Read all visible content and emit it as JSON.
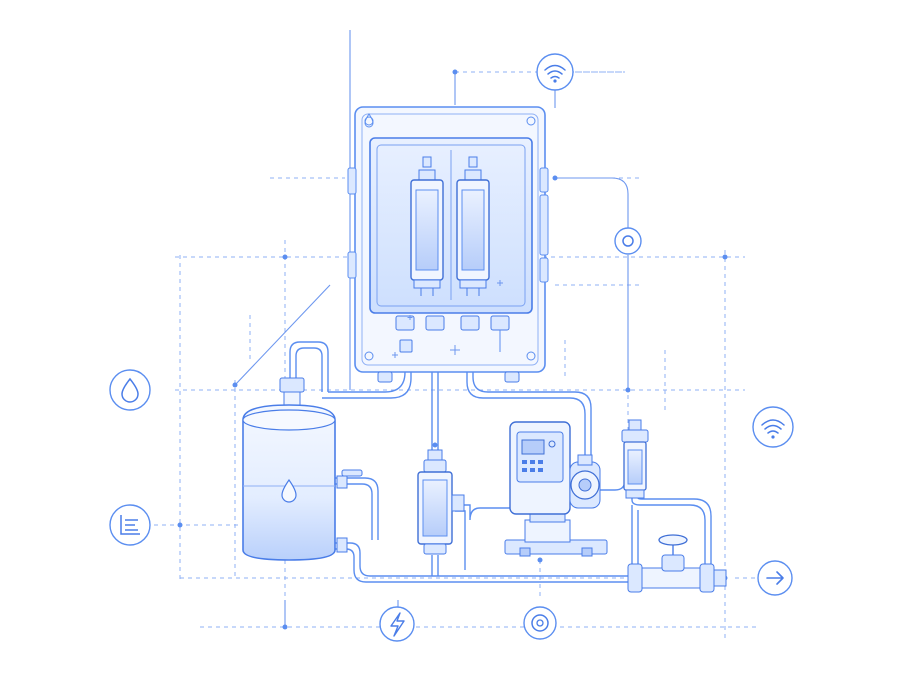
{
  "diagram": {
    "palette": {
      "line": "#5b8ef0",
      "line_dark": "#3f6fd6",
      "fill": "#dbe8ff",
      "fill_light": "#eef4ff",
      "dash": "#8fb0f5"
    },
    "icons": [
      {
        "id": "wifi-top",
        "name": "wifi-icon"
      },
      {
        "id": "drop-left",
        "name": "water-drop-icon"
      },
      {
        "id": "wifi-right",
        "name": "wifi-icon"
      },
      {
        "id": "chart-left",
        "name": "chart-icon"
      },
      {
        "id": "bolt-bottom",
        "name": "lightning-icon"
      },
      {
        "id": "target-bottom",
        "name": "target-icon"
      },
      {
        "id": "arrow-right",
        "name": "arrow-right-icon"
      },
      {
        "id": "gauge-right",
        "name": "ring-icon"
      }
    ],
    "components": [
      "control-cabinet",
      "storage-tank",
      "inline-filter",
      "dosing-pump",
      "flow-meter",
      "gate-valve"
    ]
  }
}
